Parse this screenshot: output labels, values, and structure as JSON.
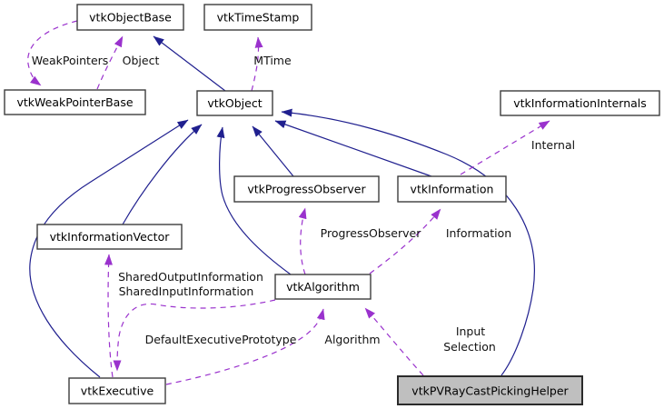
{
  "diagram": {
    "type": "collaboration-graph",
    "colors": {
      "background": "#ffffff",
      "node_fill": "#ffffff",
      "node_border": "#3d3d3d",
      "highlight_node_fill": "#bfbfbf",
      "inheritance_edge": "#20208f",
      "usage_edge": "#9a32cd",
      "text": "#000000"
    },
    "nodes": [
      {
        "id": "vtkObjectBase",
        "label": "vtkObjectBase",
        "highlighted": false
      },
      {
        "id": "vtkTimeStamp",
        "label": "vtkTimeStamp",
        "highlighted": false
      },
      {
        "id": "vtkWeakPointerBase",
        "label": "vtkWeakPointerBase",
        "highlighted": false
      },
      {
        "id": "vtkObject",
        "label": "vtkObject",
        "highlighted": false
      },
      {
        "id": "vtkInformationInternals",
        "label": "vtkInformationInternals",
        "highlighted": false
      },
      {
        "id": "vtkProgressObserver",
        "label": "vtkProgressObserver",
        "highlighted": false
      },
      {
        "id": "vtkInformation",
        "label": "vtkInformation",
        "highlighted": false
      },
      {
        "id": "vtkInformationVector",
        "label": "vtkInformationVector",
        "highlighted": false
      },
      {
        "id": "vtkAlgorithm",
        "label": "vtkAlgorithm",
        "highlighted": false
      },
      {
        "id": "vtkExecutive",
        "label": "vtkExecutive",
        "highlighted": false
      },
      {
        "id": "vtkPVRayCastPickingHelper",
        "label": "vtkPVRayCastPickingHelper",
        "highlighted": true
      }
    ],
    "edges": [
      {
        "from": "vtkObject",
        "to": "vtkObjectBase",
        "relation": "inheritance",
        "label": ""
      },
      {
        "from": "vtkObjectBase",
        "to": "vtkWeakPointerBase",
        "relation": "usage",
        "label": "WeakPointers"
      },
      {
        "from": "vtkWeakPointerBase",
        "to": "vtkObjectBase",
        "relation": "usage",
        "label": "Object"
      },
      {
        "from": "vtkObject",
        "to": "vtkTimeStamp",
        "relation": "usage",
        "label": "MTime"
      },
      {
        "from": "vtkInformationVector",
        "to": "vtkObject",
        "relation": "inheritance",
        "label": ""
      },
      {
        "from": "vtkProgressObserver",
        "to": "vtkObject",
        "relation": "inheritance",
        "label": ""
      },
      {
        "from": "vtkInformation",
        "to": "vtkObject",
        "relation": "inheritance",
        "label": ""
      },
      {
        "from": "vtkAlgorithm",
        "to": "vtkObject",
        "relation": "inheritance",
        "label": ""
      },
      {
        "from": "vtkExecutive",
        "to": "vtkObject",
        "relation": "inheritance",
        "label": ""
      },
      {
        "from": "vtkPVRayCastPickingHelper",
        "to": "vtkObject",
        "relation": "inheritance",
        "label": ""
      },
      {
        "from": "vtkInformation",
        "to": "vtkInformationInternals",
        "relation": "usage",
        "label": "Internal"
      },
      {
        "from": "vtkAlgorithm",
        "to": "vtkProgressObserver",
        "relation": "usage",
        "label": "ProgressObserver"
      },
      {
        "from": "vtkAlgorithm",
        "to": "vtkInformation",
        "relation": "usage",
        "label": "Information"
      },
      {
        "from": "vtkExecutive",
        "to": "vtkInformationVector",
        "relation": "usage",
        "label_lines": [
          "SharedOutputInformation",
          "SharedInputInformation"
        ]
      },
      {
        "from": "vtkAlgorithm",
        "to": "vtkExecutive",
        "relation": "usage",
        "label": "DefaultExecutivePrototype"
      },
      {
        "from": "vtkExecutive",
        "to": "vtkAlgorithm",
        "relation": "usage",
        "label": "Algorithm"
      },
      {
        "from": "vtkPVRayCastPickingHelper",
        "to": "vtkAlgorithm",
        "relation": "usage",
        "label_lines": [
          "Input",
          "Selection"
        ]
      }
    ]
  }
}
